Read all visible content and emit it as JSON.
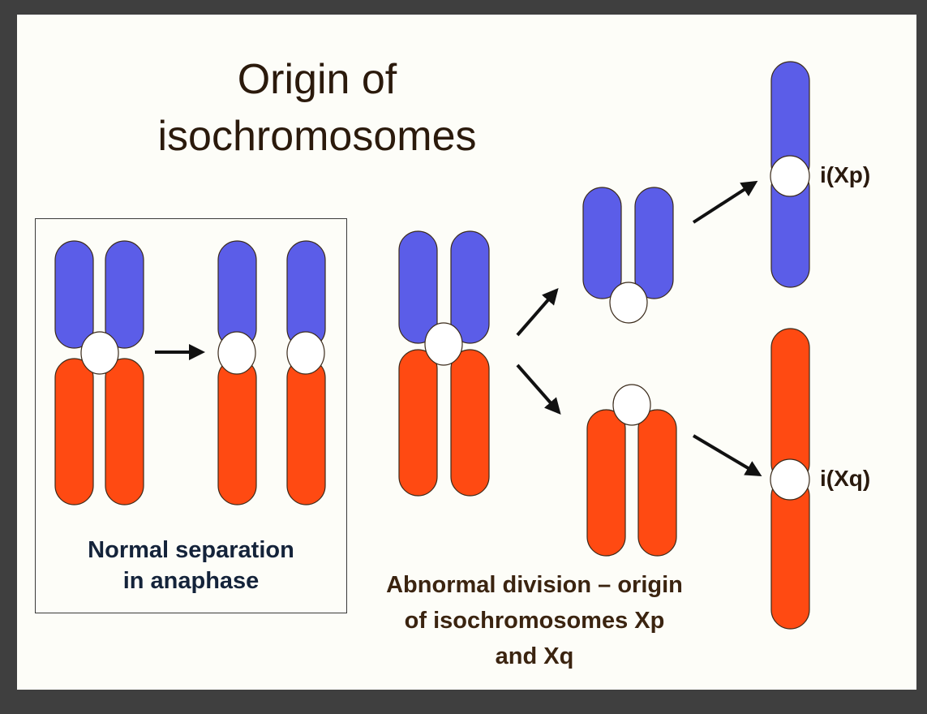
{
  "title": {
    "line1": "Origin of",
    "line2": "isochromosomes"
  },
  "normal_caption": {
    "line1": "Normal separation",
    "line2": "in anaphase"
  },
  "abnormal_caption": {
    "line1": "Abnormal division – origin",
    "line2": "of  isochromosomes Xp",
    "line3": "and Xq"
  },
  "labels": {
    "xp": "i(Xp)",
    "xq": "i(Xq)"
  },
  "colors": {
    "p_arm": "#5b5de8",
    "q_arm": "#ff4a12",
    "outline": "#3a2a1a",
    "centromere": "#ffffff",
    "arrow": "#111111"
  }
}
